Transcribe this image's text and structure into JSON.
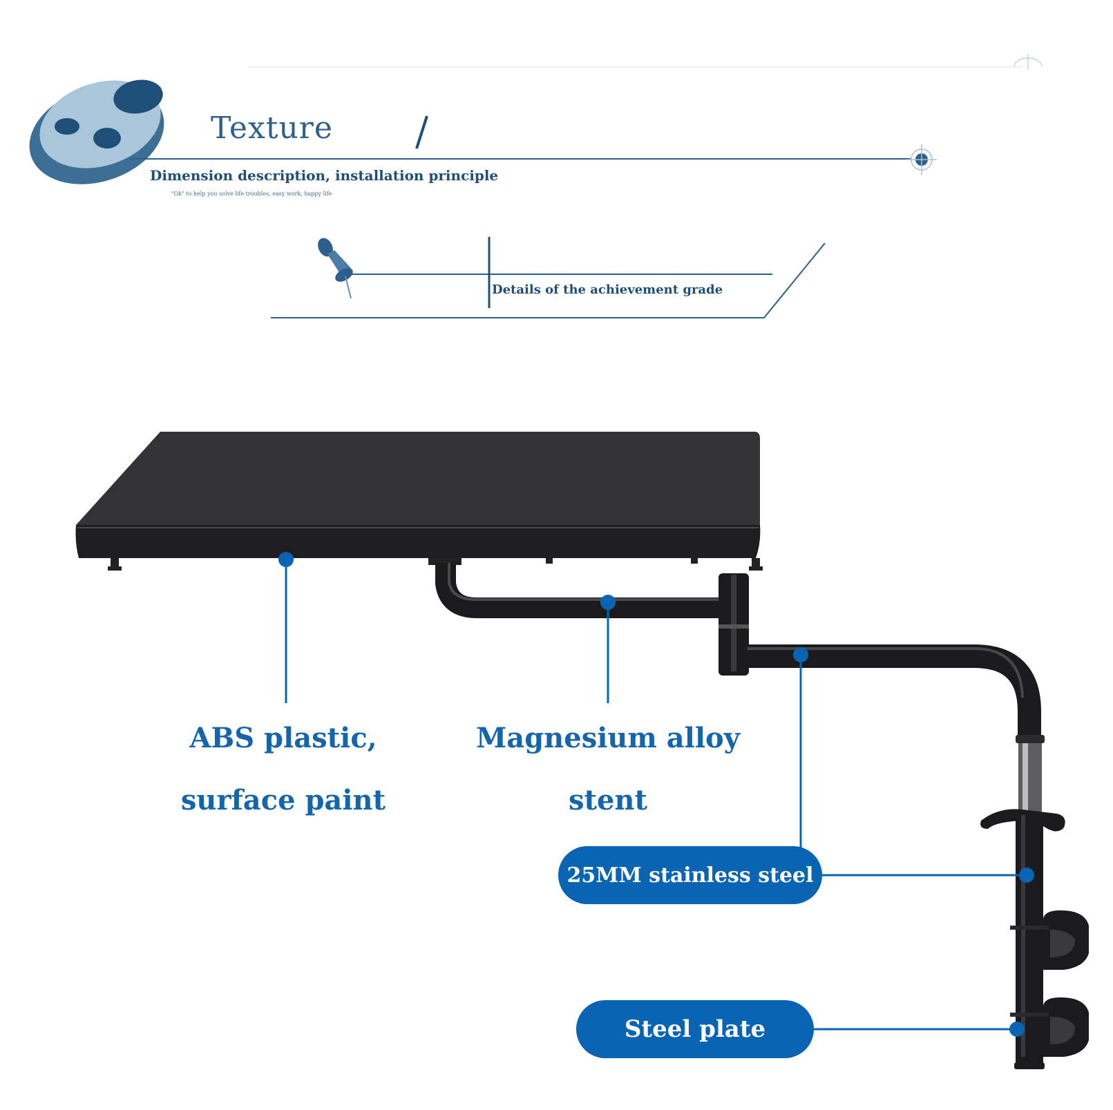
{
  "header": {
    "title": "Texture",
    "subtitle": "Dimension description, installation principle",
    "tagline": "\"Ok\" to help you solve life troubles, easy work, happy life",
    "grade_text": "Details of the achievement grade"
  },
  "labels": {
    "abs_line1": "ABS plastic,",
    "abs_line2": "surface paint",
    "mag_line1": "Magnesium alloy",
    "mag_line2": "stent",
    "steel_25": "25MM stainless steel",
    "steel_plate": "Steel plate"
  },
  "colors": {
    "accent": "#0a64b4",
    "line": "#2d5f8c",
    "text": "#1565ad",
    "product": "#1c1c1e"
  },
  "icons": [
    "logo-blob-icon",
    "crosshair-icon",
    "pushpin-icon",
    "small-crosshair-icon"
  ]
}
